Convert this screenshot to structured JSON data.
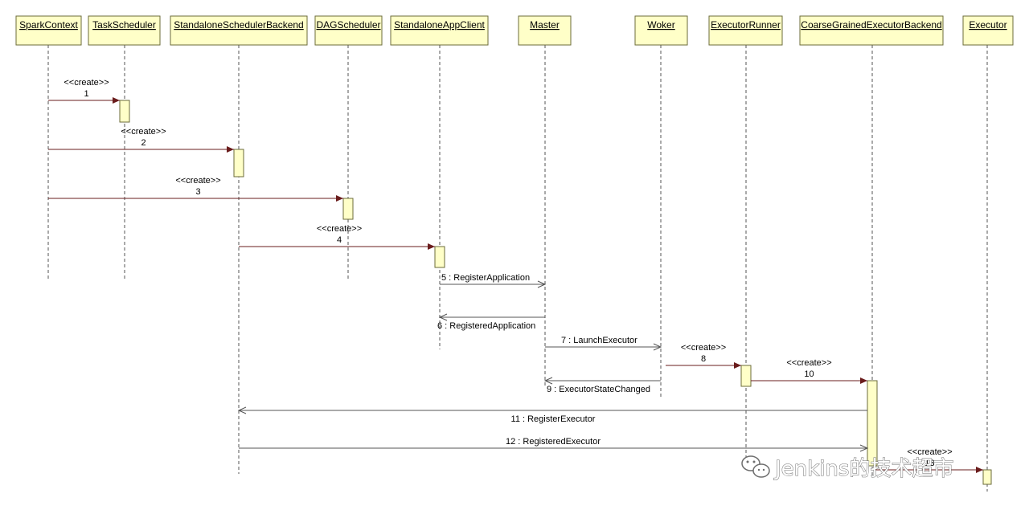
{
  "lifelines": [
    {
      "id": "sc",
      "name": "SparkContext"
    },
    {
      "id": "ts",
      "name": "TaskScheduler"
    },
    {
      "id": "ssb",
      "name": "StandaloneSchedulerBackend"
    },
    {
      "id": "dag",
      "name": "DAGScheduler"
    },
    {
      "id": "sac",
      "name": "StandaloneAppClient"
    },
    {
      "id": "master",
      "name": "Master"
    },
    {
      "id": "woker",
      "name": "Woker"
    },
    {
      "id": "er",
      "name": "ExecutorRunner"
    },
    {
      "id": "cgeb",
      "name": "CoarseGrainedExecutorBackend"
    },
    {
      "id": "exec",
      "name": "Executor"
    }
  ],
  "messages": [
    {
      "num": "1",
      "from": "sc",
      "to": "ts",
      "stereotype": "<<create>>",
      "label": "1",
      "kind": "create"
    },
    {
      "num": "2",
      "from": "sc",
      "to": "ssb",
      "stereotype": "<<create>>",
      "label": "2",
      "kind": "create"
    },
    {
      "num": "3",
      "from": "sc",
      "to": "dag",
      "stereotype": "<<create>>",
      "label": "3",
      "kind": "create"
    },
    {
      "num": "4",
      "from": "ssb",
      "to": "sac",
      "stereotype": "<<create>>",
      "label": "4",
      "kind": "create"
    },
    {
      "num": "5",
      "from": "sac",
      "to": "master",
      "stereotype": "",
      "label": "5 : RegisterApplication",
      "kind": "async"
    },
    {
      "num": "6",
      "from": "master",
      "to": "sac",
      "stereotype": "",
      "label": "6 : RegisteredApplication",
      "kind": "async"
    },
    {
      "num": "7",
      "from": "master",
      "to": "woker",
      "stereotype": "",
      "label": "7 : LaunchExecutor",
      "kind": "async"
    },
    {
      "num": "8",
      "from": "woker",
      "to": "er",
      "stereotype": "<<create>>",
      "label": "8",
      "kind": "create"
    },
    {
      "num": "9",
      "from": "woker",
      "to": "master",
      "stereotype": "",
      "label": "9 : ExecutorStateChanged",
      "kind": "async"
    },
    {
      "num": "10",
      "from": "er",
      "to": "cgeb",
      "stereotype": "<<create>>",
      "label": "10",
      "kind": "create"
    },
    {
      "num": "11",
      "from": "cgeb",
      "to": "ssb",
      "stereotype": "",
      "label": "11 : RegisterExecutor",
      "kind": "async"
    },
    {
      "num": "12",
      "from": "ssb",
      "to": "cgeb",
      "stereotype": "",
      "label": "12 : RegisteredExecutor",
      "kind": "async"
    },
    {
      "num": "13",
      "from": "cgeb",
      "to": "exec",
      "stereotype": "<<create>>",
      "label": "13",
      "kind": "create"
    }
  ],
  "watermark": {
    "text": "Jenkins的技术超市",
    "icon": "wechat-icon"
  },
  "colors": {
    "box_fill": "#ffffc8",
    "message_line": "#6a1c1c"
  }
}
